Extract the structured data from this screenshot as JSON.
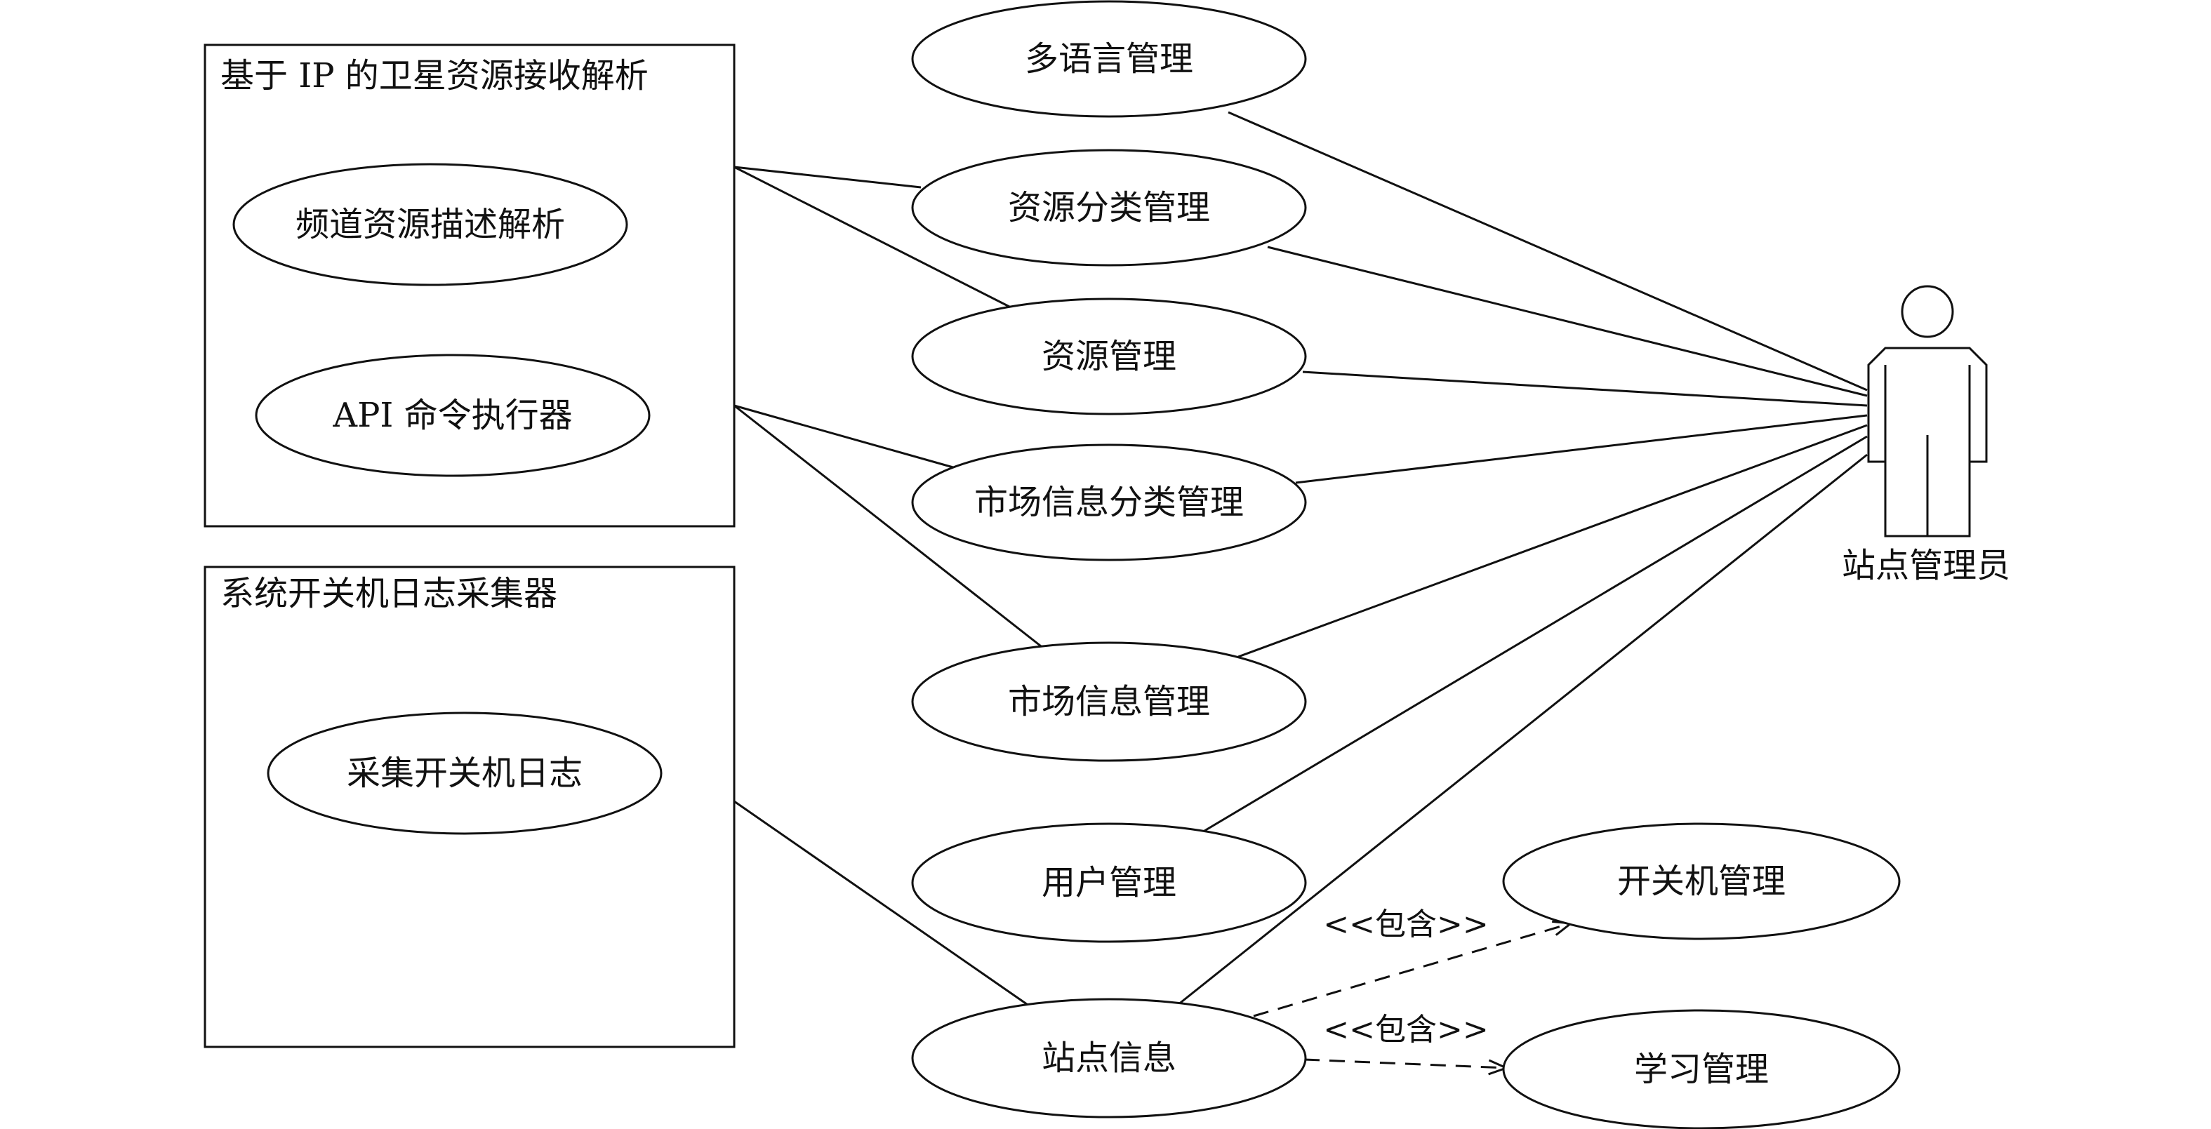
{
  "subsystems": {
    "satellite": {
      "title": "基于 IP 的卫星资源接收解析",
      "use_cases": {
        "channel_parse": "频道资源描述解析",
        "api_executor": "API 命令执行器"
      }
    },
    "power_log": {
      "title": "系统开关机日志采集器",
      "use_cases": {
        "collect_log": "采集开关机日志"
      }
    }
  },
  "use_cases": {
    "multi_language": "多语言管理",
    "resource_category": "资源分类管理",
    "resource": "资源管理",
    "market_category": "市场信息分类管理",
    "market": "市场信息管理",
    "user": "用户管理",
    "site_info": "站点信息",
    "power_mgmt": "开关机管理",
    "study_mgmt": "学习管理"
  },
  "relations": {
    "include_1": "<<包含>>",
    "include_2": "<<包含>>"
  },
  "actor": {
    "name": "站点管理员"
  }
}
